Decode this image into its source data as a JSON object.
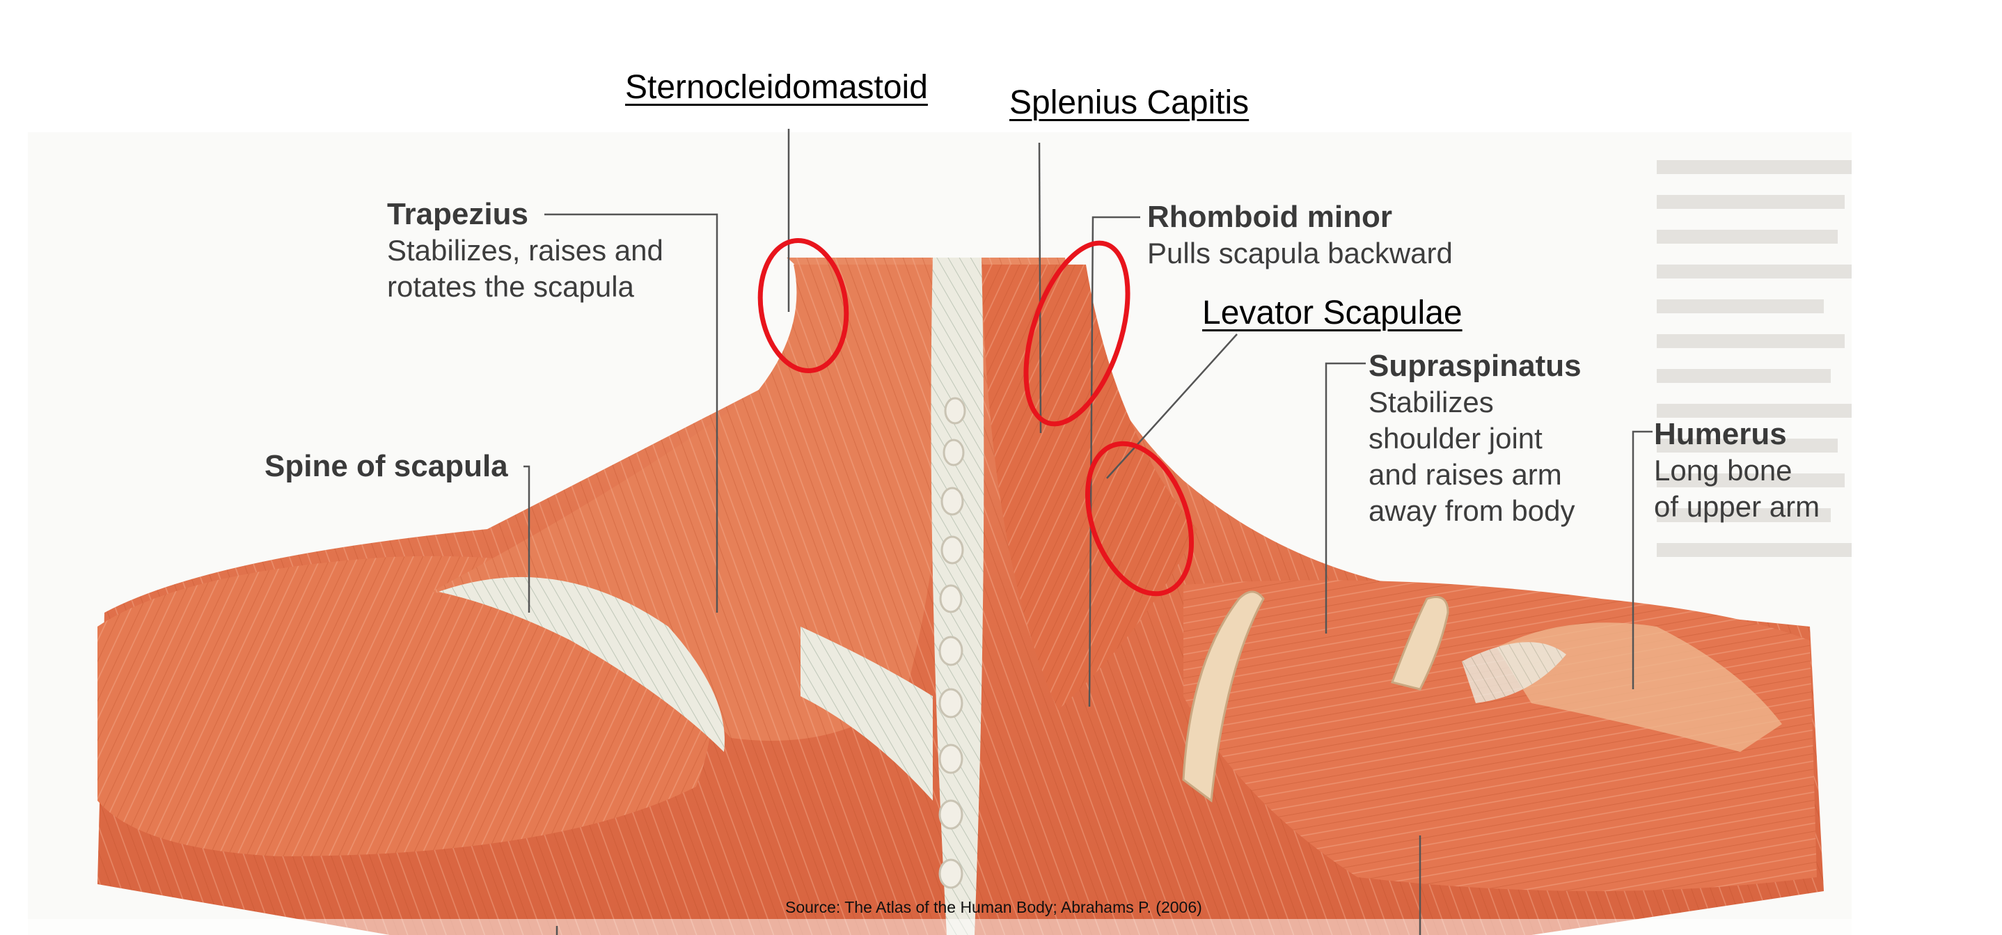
{
  "labels": {
    "trapezius": {
      "name": "Trapezius",
      "desc": [
        "Stabilizes, raises and",
        "rotates the scapula"
      ]
    },
    "spine_of_scapula": {
      "name": "Spine of scapula"
    },
    "rhomboid_minor": {
      "name": "Rhomboid minor",
      "desc": [
        "Pulls scapula backward"
      ]
    },
    "supraspinatus": {
      "name": "Supraspinatus",
      "desc": [
        "Stabilizes",
        "shoulder joint",
        "and raises arm",
        "away from body"
      ]
    },
    "humerus": {
      "name": "Humerus",
      "desc": [
        "Long bone",
        "of upper arm"
      ]
    }
  },
  "highlights": {
    "sternocleidomastoid": "Sternocleidomastoid",
    "splenius_capitis": "Splenius Capitis",
    "levator_scapulae": "Levator Scapulae"
  },
  "source": "Source: The Atlas of the Human Body; Abrahams P. (2006)",
  "colors": {
    "muscle": "#e2724a",
    "muscle_dark": "#c2532d",
    "tendon": "#e9e6da",
    "highlight_ring": "#e8141c",
    "leader_line": "#555555"
  }
}
